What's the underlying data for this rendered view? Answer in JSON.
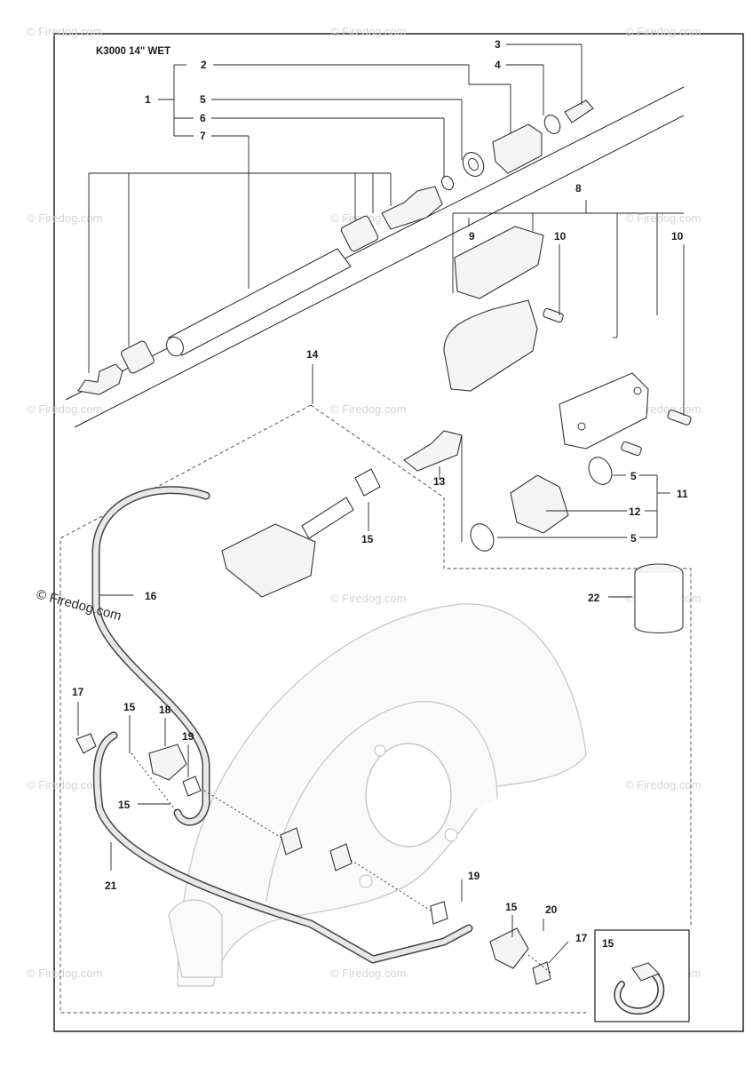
{
  "title": "K3000 14\" WET",
  "watermark": {
    "text": "© Firedog.com",
    "prominent_text": "© Firedog.com"
  },
  "callouts": {
    "c1": "1",
    "c2": "2",
    "c3": "3",
    "c4": "4",
    "c5a": "5",
    "c6": "6",
    "c7": "7",
    "c8": "8",
    "c9": "9",
    "c10a": "10",
    "c10b": "10",
    "c11": "11",
    "c12": "12",
    "c13": "13",
    "c14": "14",
    "c15a": "15",
    "c5b": "5",
    "c5c": "5",
    "c16": "16",
    "c22": "22",
    "c17a": "17",
    "c15b": "15",
    "c18": "18",
    "c19a": "19",
    "c15c": "15",
    "c21": "21",
    "c19b": "19",
    "c15d": "15",
    "c20": "20",
    "c17b": "17"
  },
  "inset": {
    "label": "15"
  }
}
